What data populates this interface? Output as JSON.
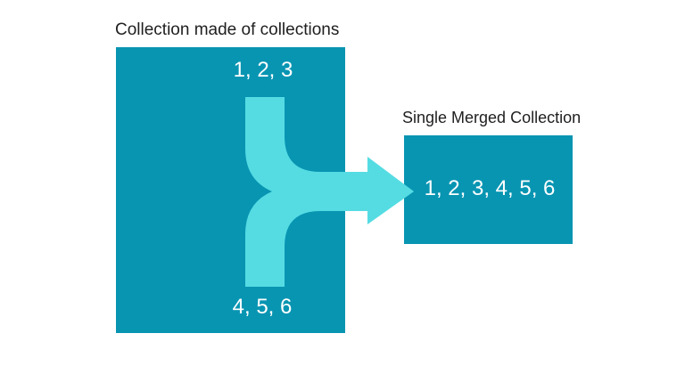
{
  "diagram": {
    "left_title": "Collection made of collections",
    "right_title": "Single Merged Collection",
    "left_box": {
      "top_label": "1, 2, 3",
      "bottom_label": "4, 5, 6"
    },
    "right_box": {
      "label": "1, 2, 3, 4, 5, 6"
    },
    "icons": {
      "merge_arrow": "merge-arrow-icon"
    },
    "colors": {
      "box_teal": "#0895B2",
      "arrow_cyan": "#55DCE3",
      "title_text": "#1F1F1F",
      "box_text": "#FFFFFF",
      "background": "#FFFFFF"
    }
  }
}
